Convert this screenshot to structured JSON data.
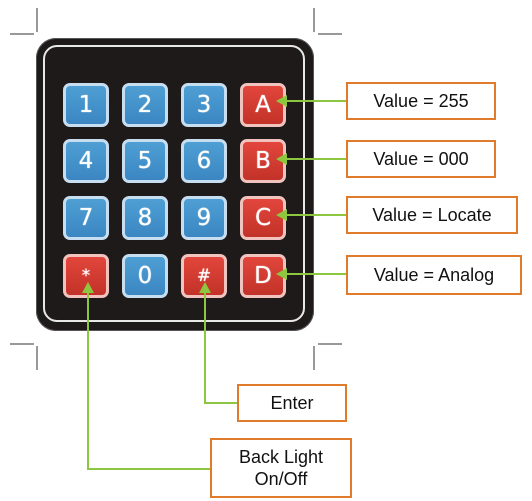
{
  "keypad": {
    "rows": [
      [
        {
          "label": "1",
          "color": "blue"
        },
        {
          "label": "2",
          "color": "blue"
        },
        {
          "label": "3",
          "color": "blue"
        },
        {
          "label": "A",
          "color": "red"
        }
      ],
      [
        {
          "label": "4",
          "color": "blue"
        },
        {
          "label": "5",
          "color": "blue"
        },
        {
          "label": "6",
          "color": "blue"
        },
        {
          "label": "B",
          "color": "red"
        }
      ],
      [
        {
          "label": "7",
          "color": "blue"
        },
        {
          "label": "8",
          "color": "blue"
        },
        {
          "label": "9",
          "color": "blue"
        },
        {
          "label": "C",
          "color": "red"
        }
      ],
      [
        {
          "label": "*",
          "color": "red"
        },
        {
          "label": "0",
          "color": "blue"
        },
        {
          "label": "#",
          "color": "red"
        },
        {
          "label": "D",
          "color": "red"
        }
      ]
    ]
  },
  "annotations": {
    "key_a": "Value = 255",
    "key_b": "Value = 000",
    "key_c": "Value = Locate",
    "key_d": "Value = Analog",
    "key_hash": "Enter",
    "key_star": "Back Light\nOn/Off"
  },
  "colors": {
    "blue_key": "#3b86c2",
    "red_key": "#c23228",
    "arrow": "#8dc63f",
    "label_border": "#e07b2c",
    "keypad_body": "#1d1a19"
  }
}
